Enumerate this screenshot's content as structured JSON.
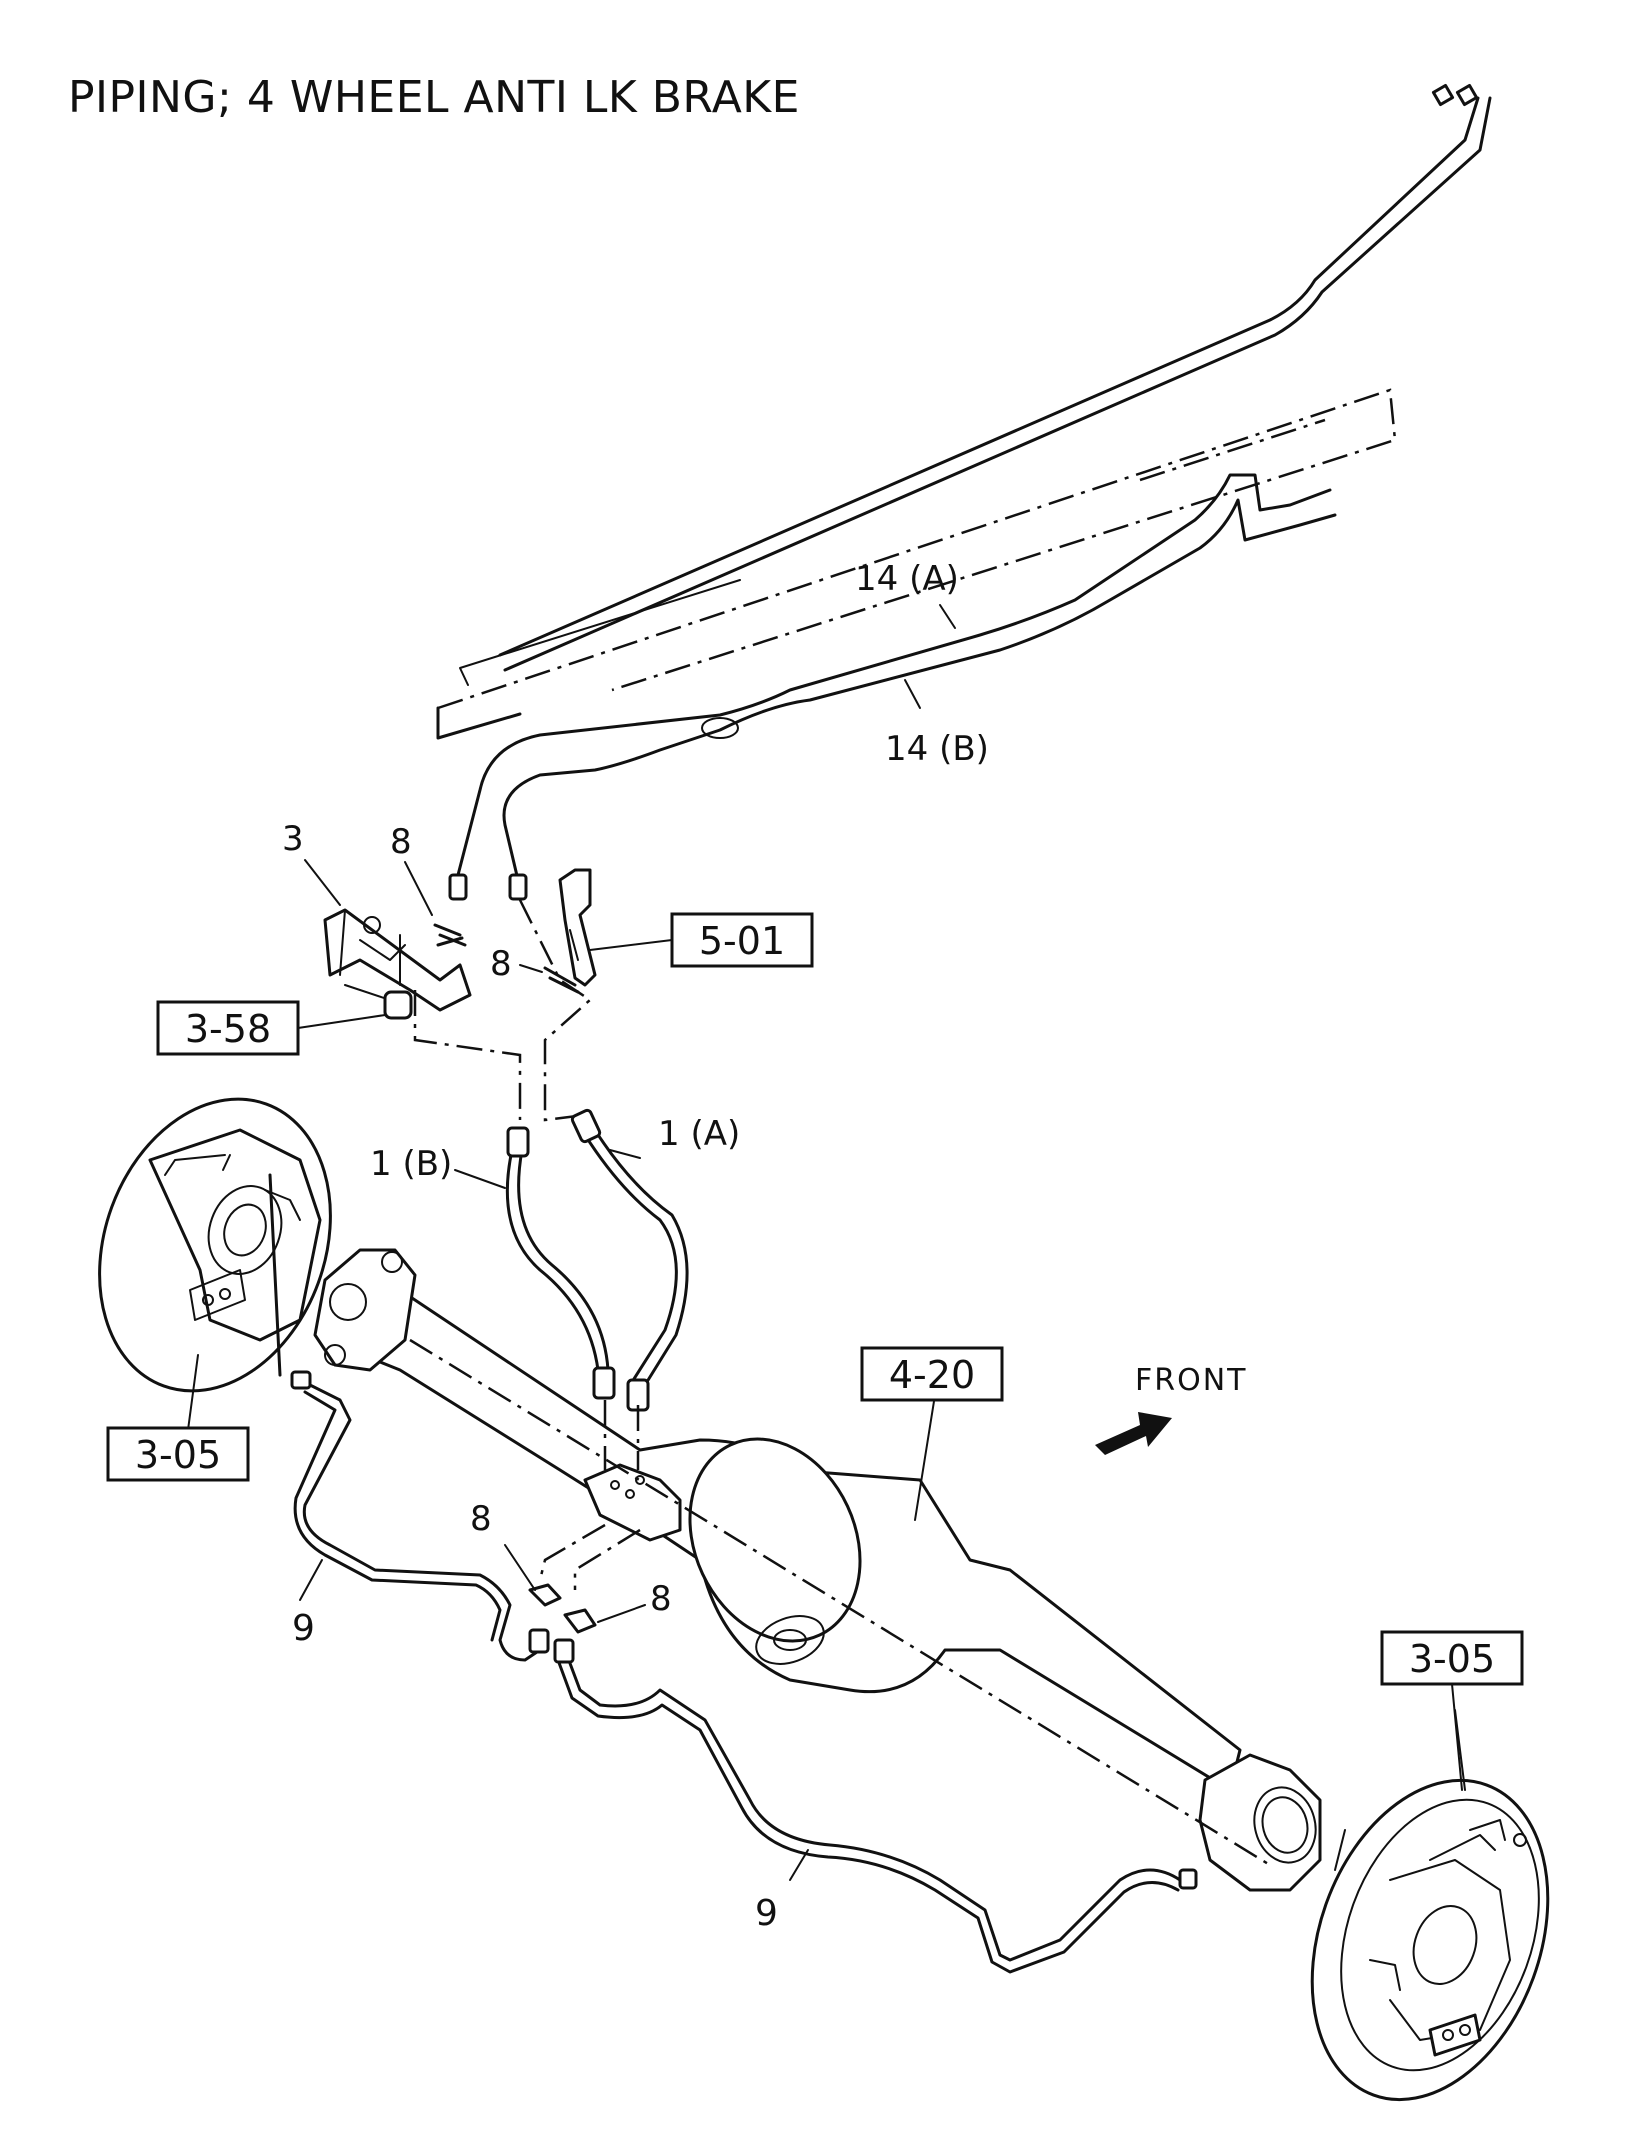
{
  "title": "PIPING; 4 WHEEL ANTI LK BRAKE",
  "labels": {
    "pipe_14a": "14 (A)",
    "pipe_14b": "14 (B)",
    "part_3": "3",
    "clip_8_a": "8",
    "clip_8_b": "8",
    "clip_8_c": "8",
    "clip_8_d": "8",
    "hose_1b": "1 (B)",
    "hose_1a": "1 (A)",
    "pipe_9_left": "9",
    "pipe_9_right": "9"
  },
  "ref_boxes": {
    "bracket_ref": "5-01",
    "bolt_ref": "3-58",
    "left_brake_ref": "3-05",
    "axle_ref": "4-20",
    "right_brake_ref": "3-05"
  },
  "direction": {
    "label": "FRONT"
  }
}
